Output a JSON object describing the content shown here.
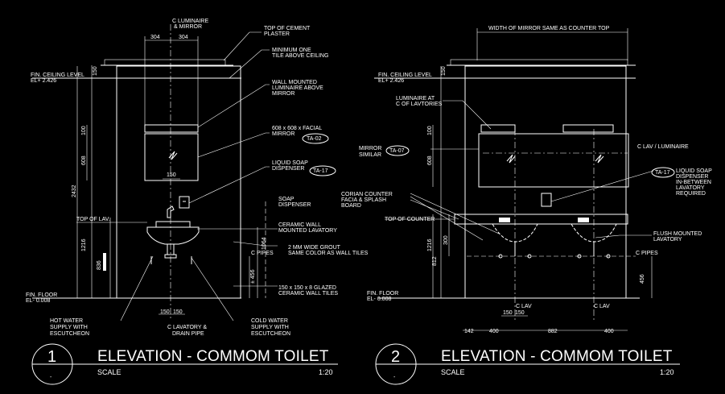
{
  "views": [
    {
      "number": "1",
      "subnumber": "-",
      "title": "ELEVATION - COMMOM TOILET",
      "scale_label": "SCALE",
      "scale_value": "1:20",
      "dims": {
        "top_304_a": "304",
        "top_304_b": "304",
        "d150_top": "150",
        "d100": "100",
        "d608": "608",
        "d2432": "2432",
        "d150_mid": "150",
        "d1216": "1216",
        "d836": "836",
        "d1064": "1064",
        "d456": "± 456",
        "d150_bl": "150",
        "d150_br": "150"
      },
      "labels": {
        "cl_lum": "C LUMINAIRE",
        "cl_lum2": "& MIRROR",
        "fin_ceiling": "FIN. CEILING LEVEL",
        "fin_ceiling_el": "EL+ 2.426",
        "top_lav": "TOP OF LAV.",
        "fin_floor": "FIN. FLOOR",
        "fin_floor_el": "EL- 0.008",
        "top_cement_1": "TOP OF CEMENT",
        "top_cement_2": "PLASTER",
        "min_tile_1": "MINIMUM ONE",
        "min_tile_2": "TILE ABOVE CEILING",
        "wall_lum_1": "WALL MOUNTED",
        "wall_lum_2": "LUMINAIRE ABOVE",
        "wall_lum_3": "MIRROR",
        "facial_1": "608 x 608 x FACIAL",
        "facial_2": "MIRROR",
        "facial_tag": "TA-02",
        "soap_1": "LIQUID SOAP",
        "soap_2": "DISPENSER",
        "soap_tag": "TA-17",
        "cl_soap_1": "SOAP",
        "cl_soap_2": "DISPENSER",
        "ceramic_lav_1": "CERAMIC WALL",
        "ceramic_lav_2": "MOUNTED LAVATORY",
        "grout_1": "2 MM WIDE GROUT",
        "grout_2": "SAME COLOR AS WALL TILES",
        "cl_pipes": "C PIPES",
        "tiles_1": "150 x 150 x 8 GLAZED",
        "tiles_2": "CERAMIC WALL TILES",
        "hot_1": "HOT WATER",
        "hot_2": "SUPPLY WITH",
        "hot_3": "ESCUTCHEON",
        "cl_drain_1": "C LAVATORY &",
        "cl_drain_2": "DRAIN PIPE",
        "cold_1": "COLD WATER",
        "cold_2": "SUPPLY WITH",
        "cold_3": "ESCUTCHEON"
      }
    },
    {
      "number": "2",
      "subnumber": "-",
      "title": "ELEVATION - COMMOM TOILET",
      "scale_label": "SCALE",
      "scale_value": "1:20",
      "dims": {
        "d150_top": "150",
        "d100": "100",
        "d608": "608",
        "d1216": "1216",
        "d300": "300",
        "d812": "812",
        "d456": "456",
        "b142": "142",
        "b400a": "400",
        "b882": "882",
        "b400b": "400",
        "b150a": "150",
        "b150b": "150"
      },
      "labels": {
        "width_mirror": "WIDTH OF MIRROR SAME AS COUNTER TOP",
        "fin_ceiling": "FIN. CEILING LEVEL",
        "fin_ceiling_el": "EL+ 2.426",
        "lum_at_1": "LUMINAIRE AT",
        "lum_at_2": "C OF LAVTORIES",
        "mirror_1": "MIRROR",
        "mirror_2": "SIMILAR",
        "mirror_tag": "TA-07",
        "cl_lav_lum": "C LAV / LUMINAIRE",
        "soap_tag": "TA-17",
        "soap_1": "LIQUID SOAP",
        "soap_2": "DISPENSER",
        "soap_3": "IN-BETWEEN",
        "soap_4": "LAVATORY",
        "soap_5": "REQUIRED",
        "corian_1": "CORIAN COUNTER",
        "corian_2": "FACIA & SPLASH",
        "corian_3": "BOARD",
        "top_counter": "TOP OF COUNTER",
        "flush_1": "FLUSH MOUNTED",
        "flush_2": "LAVATORY",
        "cl_pipes": "C PIPES",
        "fin_floor": "FIN. FLOOR",
        "fin_floor_el": "EL- 0.008",
        "cl_lav_a": "C LAV",
        "cl_lav_b": "C LAV"
      }
    }
  ]
}
